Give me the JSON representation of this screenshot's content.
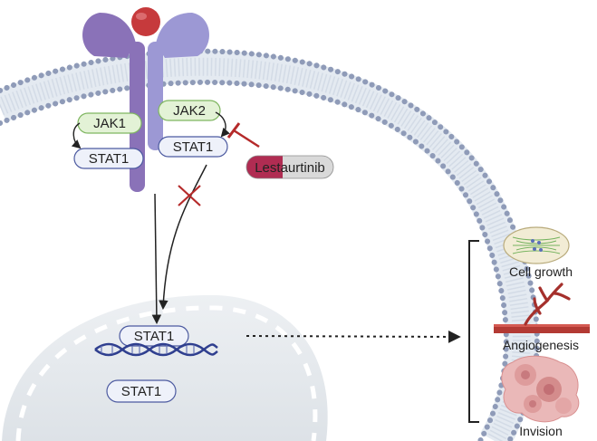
{
  "membrane": {
    "receptor_left_color": "#8a72b8",
    "receptor_right_color": "#9c98d4",
    "ligand_color": "#c63a3c",
    "bead_color": "#8f9bb8"
  },
  "kinases": {
    "jak1_label": "JAK1",
    "jak2_label": "JAK2",
    "kinase_fill": "#e3f2d6",
    "kinase_stroke": "#7fb661"
  },
  "stats": {
    "stat_left_label": "STAT1",
    "stat_right_label": "STAT1",
    "stat_fill": "#eef1fa",
    "stat_stroke": "#4c5aa0"
  },
  "drug": {
    "label": "Lestaurtinib",
    "capsule_color_left": "#b02c52",
    "capsule_color_right": "#d9d9d9",
    "inhibitor_color": "#b52a2a"
  },
  "nucleus": {
    "stat_dna_label": "STAT1",
    "stat_free_label": "STAT1",
    "fill": "#e6eaee",
    "dna_color": "#2f3f8f"
  },
  "outcomes": {
    "cell_growth_label": "Cell growth",
    "angiogenesis_label": "Angiogenesis",
    "invasion_label": "Invision"
  }
}
